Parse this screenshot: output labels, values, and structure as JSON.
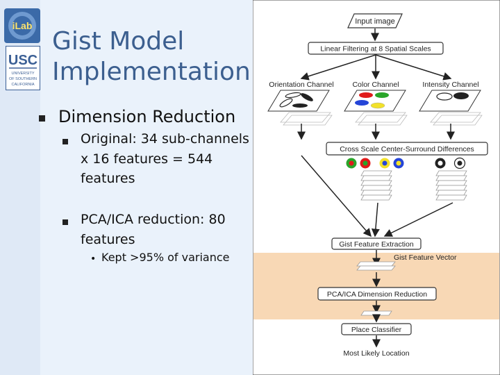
{
  "slide": {
    "title": "Gist Model Implementation",
    "bullets": {
      "dimension_reduction": "Dimension Reduction",
      "original": "Original: 34 sub-channels x 16 features = 544 features",
      "pca_ica": "PCA/ICA reduction: 80 features",
      "kept": "Kept >95% of variance"
    }
  },
  "logos": {
    "ilab_text": "iLab",
    "usc_text": "USC",
    "usc_lines": [
      "UNIVERSITY",
      "OF SOUTHERN",
      "CALIFORNIA"
    ]
  },
  "diagram": {
    "input_image": "Input image",
    "linear_filtering": "Linear Filtering at 8 Spatial Scales",
    "orientation_channel": "Orientation Channel",
    "color_channel": "Color Channel",
    "intensity_channel": "Intensity Channel",
    "center_surround": "Cross Scale Center-Surround Differences",
    "gist_extraction": "Gist Feature Extraction",
    "gist_vector": "Gist Feature Vector",
    "pca_ica": "PCA/ICA Dimension Reduction",
    "place_classifier": "Place Classifier",
    "most_likely": "Most Likely Location"
  },
  "colors": {
    "title": "#3c5f8f",
    "highlight_band": "#f8d8b5",
    "ilab_logo": "#3b6aa8",
    "usc_logo": "#3b5f95",
    "ellipse_red": "#e01b1b",
    "ellipse_green": "#2aa52a",
    "ellipse_blue": "#2545d8",
    "ellipse_yellow": "#f2e12a"
  }
}
